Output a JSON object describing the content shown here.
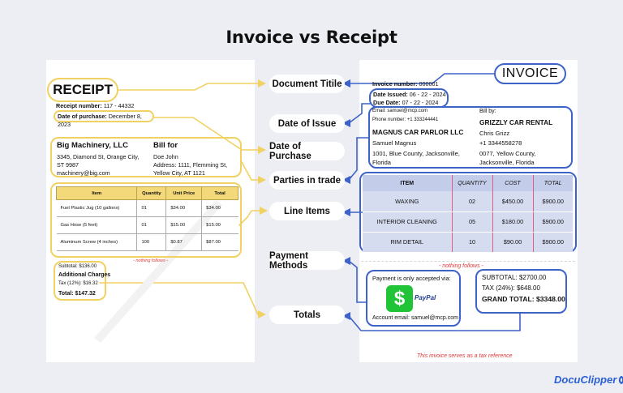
{
  "title": "Invoice vs Receipt",
  "labels": {
    "document_title": "Document Titile",
    "date_of_issue": "Date of Issue",
    "date_of_purchase": "Date of Purchase",
    "parties_in_trade": "Parties in trade",
    "line_items": "Line Items",
    "payment_methods": "Payment Methods",
    "totals": "Totals"
  },
  "receipt": {
    "title": "RECEIPT",
    "receipt_number_label": "Receipt number:",
    "receipt_number": "117 - 44332",
    "date_label": "Date of purchase:",
    "date": "December 8, 2023",
    "seller_name": "Big Machinery, LLC",
    "seller_address": "3345, Diamond St, Orange City, ST 9987",
    "seller_email": "machinery@big.com",
    "bill_for_label": "Bill for",
    "buyer_name": "Doe John",
    "buyer_address": "Address: 1111, Flemming St, Yellow City, AT 1121",
    "table_headers": [
      "Item",
      "Quantity",
      "Unit Price",
      "Total"
    ],
    "rows": [
      [
        "Fuel Plastic Jug (10 gallons)",
        "01",
        "$34.00",
        "$34.00"
      ],
      [
        "Gas Hose (5 feet)",
        "01",
        "$15.00",
        "$15.00"
      ],
      [
        "Aluminum Screw (4 inches)",
        "100",
        "$0.87",
        "$87.00"
      ]
    ],
    "nothing_follows": "- nothing follows -",
    "subtotal": "Subtotal: $136.00",
    "additional_charges": "Additional Charges",
    "tax": "Tax (12%): $16.32",
    "total": "Total: $147.32"
  },
  "invoice": {
    "title": "INVOICE",
    "invoice_number_label": "Invoice number:",
    "invoice_number": "000001",
    "date_issued_label": "Date Issued:",
    "date_issued": "06 - 22 - 2024",
    "due_date_label": "Due Date:",
    "due_date": "07 - 22 - 2024",
    "email": "Email: samuel@mcp.com",
    "phone": "Phone number: +1 333244441",
    "seller_name": "MAGNUS CAR PARLOR LLC",
    "seller_contact": "Samuel Magnus",
    "seller_address": "1001, Blue County, Jacksonville, Florida",
    "bill_by_label": "Bill by:",
    "buyer_name": "GRIZZLY CAR RENTAL",
    "buyer_contact": "Chris Grizz",
    "buyer_phone": "+1 3344558278",
    "buyer_address": "0077, Yellow County, Jacksonville, Florida",
    "table_headers": [
      "ITEM",
      "QUANTITY",
      "COST",
      "TOTAL"
    ],
    "rows": [
      [
        "WAXING",
        "02",
        "$450.00",
        "$900.00"
      ],
      [
        "INTERIOR CLEANING",
        "05",
        "$180.00",
        "$900.00"
      ],
      [
        "RIM DETAIL",
        "10",
        "$90.00",
        "$900.00"
      ]
    ],
    "nothing_follows": "- nothing follows -",
    "payment_text": "Payment is only accepted via:",
    "cash_symbol": "$",
    "paypal": "PayPal",
    "account_email": "Account email: samuel@mcp.com",
    "subtotal": "SUBTOTAL: $2700.00",
    "tax": "TAX (24%): $648.00",
    "grand_total": "GRAND TOTAL: $3348.00",
    "tax_reference": "This invoice serves as a tax reference"
  },
  "brand": "DocuClipper",
  "colors": {
    "receipt_accent": "#f1d162",
    "invoice_accent": "#3d63c9",
    "background": "#eceef3"
  }
}
